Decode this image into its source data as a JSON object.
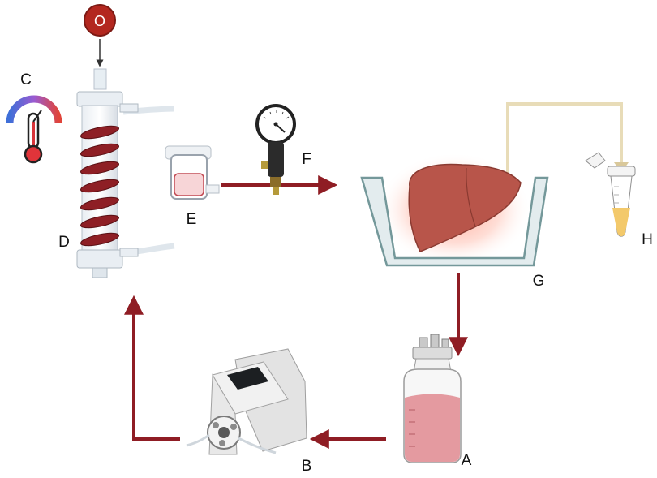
{
  "labels": {
    "A": "A",
    "B": "B",
    "C": "C",
    "D": "D",
    "E": "E",
    "F": "F",
    "G": "G",
    "H": "H",
    "oxygen": "O"
  },
  "colors": {
    "flow_arrow": "#8f1d24",
    "bile_tube": "#e8dcb8",
    "liver": "#b8554a",
    "liver_glow": "#ff6a4d",
    "perfusate": "#e49aa0",
    "oxygen_badge": "#b3271f",
    "column_red": "#8e1f25"
  },
  "icons": [
    "oxygen-badge-icon",
    "thermometer-icon",
    "oxygenator-column-icon",
    "reservoir-bag-icon",
    "pressure-gauge-icon",
    "perfusion-basin-icon",
    "liver-icon",
    "collection-tube-icon",
    "perfusate-bottle-icon",
    "peristaltic-pump-icon"
  ]
}
